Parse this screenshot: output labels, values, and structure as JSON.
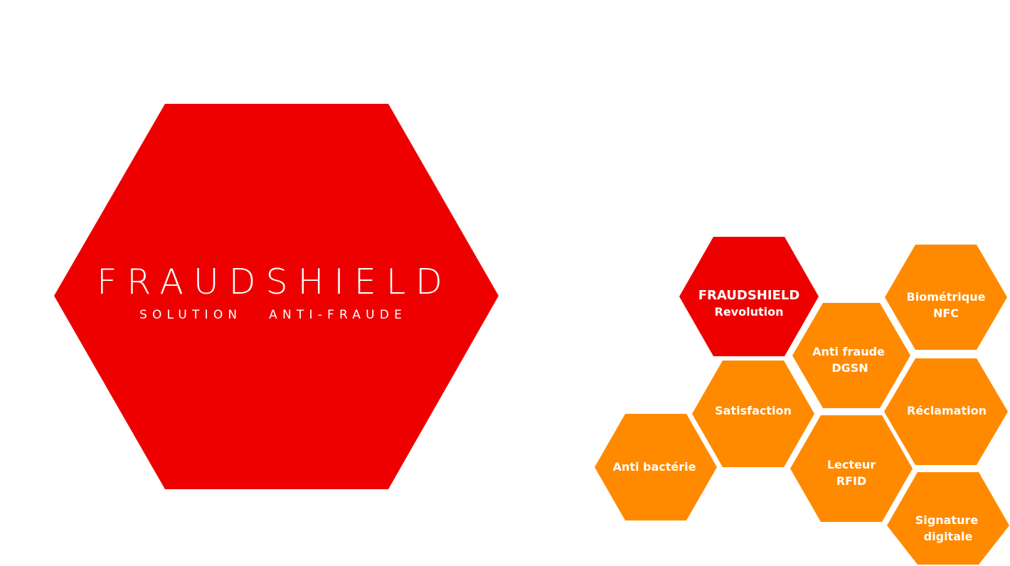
{
  "colors": {
    "background": "#ffffff",
    "brand_red": "#ee0000",
    "hex_orange": "#ff8a00",
    "text_white": "#ffffff"
  },
  "logo": {
    "title": "FRAUDSHIELD",
    "subtitle": "SOLUTION   ANTI-FRAUDE"
  },
  "features": {
    "fraudshield": {
      "line1": "FRAUDSHIELD",
      "line2": "Revolution"
    },
    "biometrique": {
      "line1": "Biométrique",
      "line2": "NFC"
    },
    "anti_fraude": {
      "line1": "Anti fraude",
      "line2": "DGSN"
    },
    "satisfaction": {
      "line1": "Satisfaction"
    },
    "reclamation": {
      "line1": "Réclamation"
    },
    "anti_bacterie": {
      "line1": "Anti bactérie"
    },
    "lecteur": {
      "line1": "Lecteur",
      "line2": "RFID"
    },
    "signature": {
      "line1": "Signature",
      "line2": "digitale"
    }
  }
}
